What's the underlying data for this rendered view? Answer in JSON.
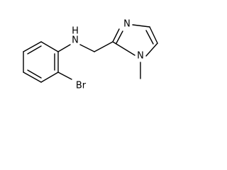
{
  "molecule": {
    "atoms": {
      "amine_nh": "N",
      "amine_h": "H",
      "bromine": "Br",
      "ring_n_imine": "N",
      "ring_n_methyl": "N"
    }
  }
}
